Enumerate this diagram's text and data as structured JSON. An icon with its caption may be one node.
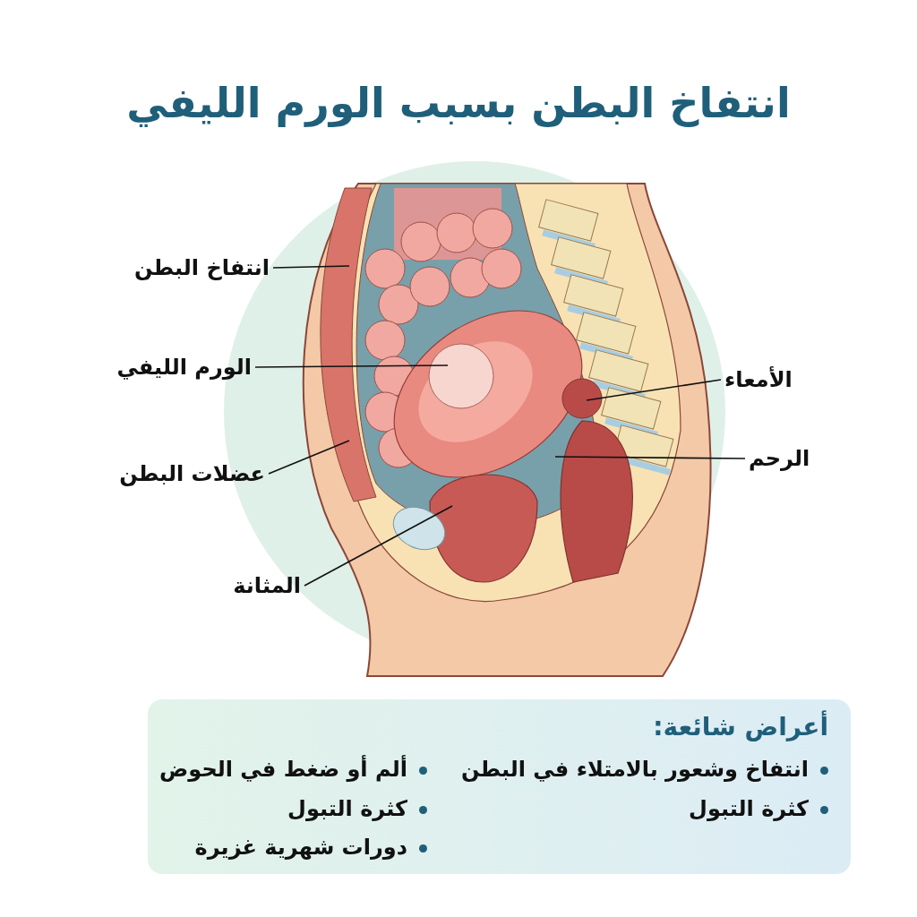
{
  "diagram": {
    "title": "انتفاخ البطن بسبب الورم الليفي",
    "nodes": [
      {
        "text": [
          "انتفاخ البطن"
        ]
      },
      {
        "text": [
          "الورم الليفي"
        ]
      },
      {
        "text": [
          "عضلات البطن"
        ]
      },
      {
        "text": [
          "المثانة"
        ]
      },
      {
        "text": [
          "الأمعاء"
        ]
      },
      {
        "text": [
          "الرحم"
        ]
      },
      {
        "text": [
          "أعراض شائعة:",
          "انتفاخ وشعور بالامتلاء في البطن",
          "كثرة التبول",
          "ألم أو ضغط في الحوض",
          "كثرة التبول",
          "دورات شهرية غزيرة"
        ]
      }
    ],
    "edges": [
      {
        "from": 0,
        "to": null,
        "arrow": "none"
      },
      {
        "from": 1,
        "to": null,
        "arrow": "none"
      },
      {
        "from": 2,
        "to": null,
        "arrow": "none"
      },
      {
        "from": 3,
        "to": null,
        "arrow": "none"
      },
      {
        "from": 4,
        "to": null,
        "arrow": "none"
      },
      {
        "from": 5,
        "to": null,
        "arrow": "none"
      }
    ]
  }
}
